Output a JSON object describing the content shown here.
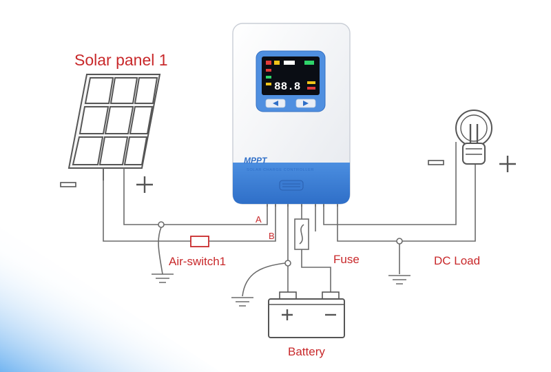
{
  "labels": {
    "solar_panel": "Solar panel 1",
    "air_switch": "Air-switch1",
    "fuse": "Fuse",
    "dc_load": "DC Load",
    "battery": "Battery",
    "terminal_a": "A",
    "terminal_b": "B"
  },
  "controller": {
    "brand": "MPPT",
    "subtitle": "SOLAR CHARGE CONTROLLER",
    "display_digits": "88.8"
  },
  "colors": {
    "label_red": "#c8282a",
    "controller_blue": "#3d7fd6",
    "wire_gray": "#6a6a6a"
  },
  "icons": {
    "panel_minus": "minus-sign",
    "panel_plus": "plus-sign",
    "load_minus": "minus-sign",
    "load_plus": "plus-sign",
    "load": "light-bulb-icon",
    "battery_pos": "plus-sign",
    "battery_neg": "minus-sign"
  }
}
